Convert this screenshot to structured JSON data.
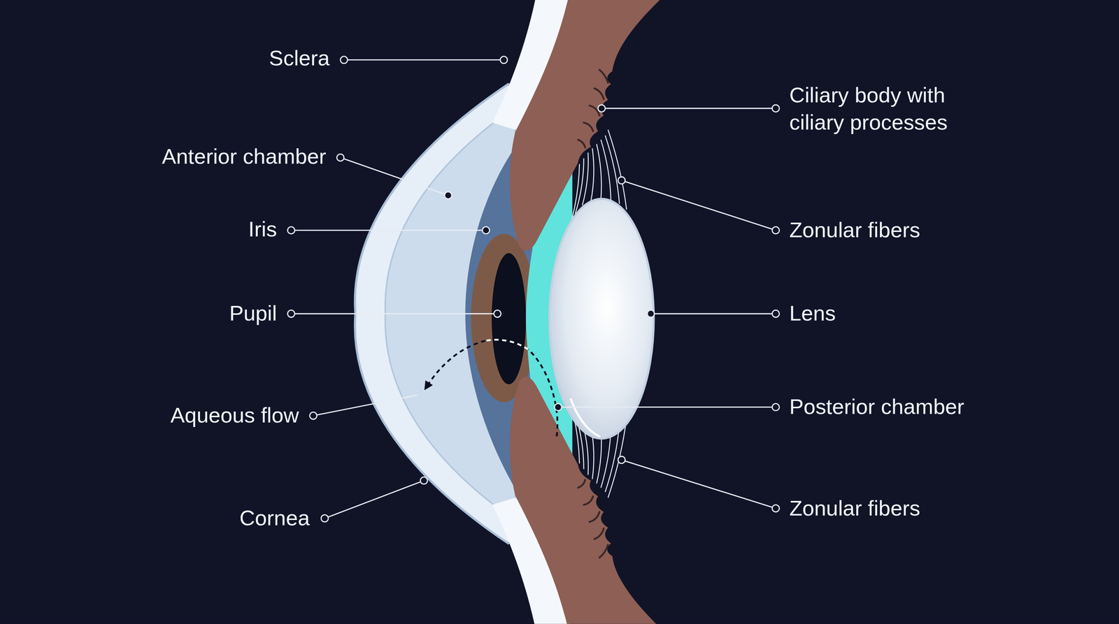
{
  "diagram": {
    "labels": [
      "Sclera",
      "Anterior chamber",
      "Iris",
      "Pupil",
      "Aqueous flow",
      "Cornea",
      "Ciliary body with ciliary processes",
      "Zonular fibers",
      "Lens",
      "Posterior chamber",
      "Zonular fibers"
    ]
  }
}
